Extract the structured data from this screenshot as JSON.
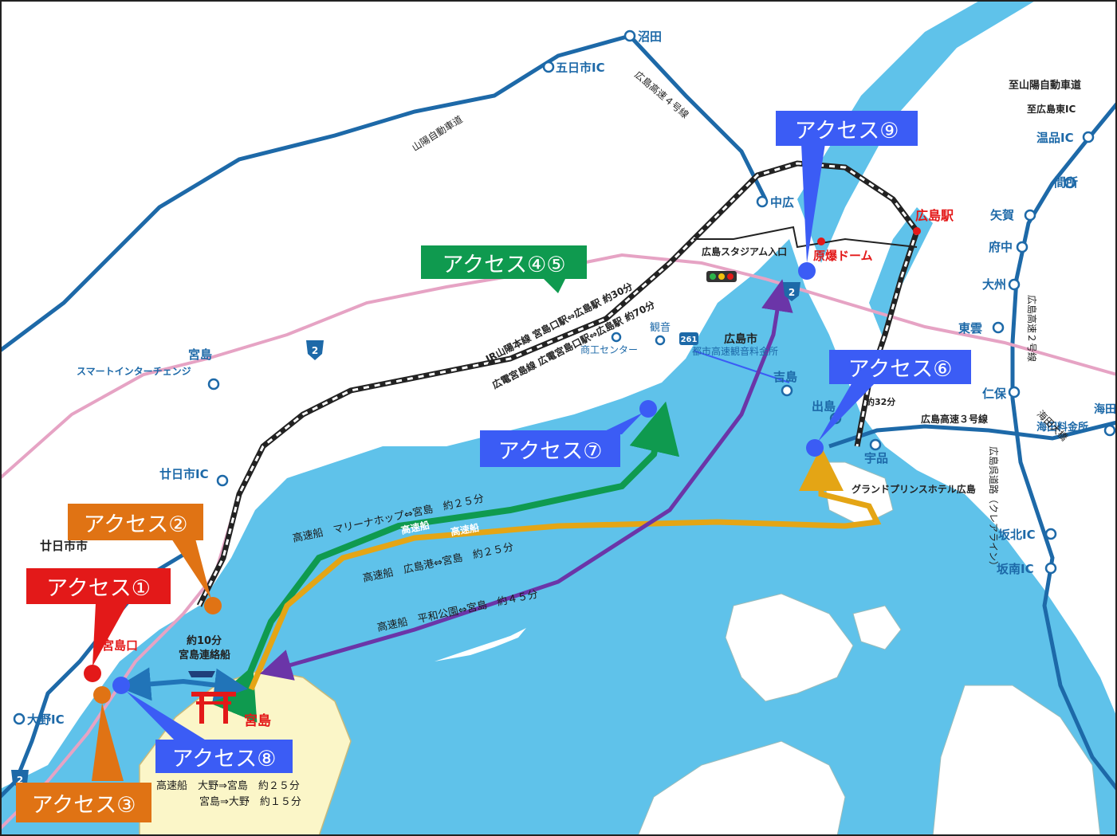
{
  "colors": {
    "sea": "#5fc2ea",
    "land": "#ffffff",
    "miyajima_land": "#fbf6c8",
    "expressway": "#1d69a8",
    "pink_road": "#e6a3c4",
    "red": "#e31919",
    "orange": "#e07314",
    "green": "#0f9a4f",
    "blue": "#3b5cf5",
    "purple": "#6b35a8",
    "gold": "#e4a515",
    "dark_blue_arrow": "#2174b8"
  },
  "callouts": [
    {
      "label": "アクセス①",
      "color": "#e31919"
    },
    {
      "label": "アクセス②",
      "color": "#e07314"
    },
    {
      "label": "アクセス③",
      "color": "#e07314"
    },
    {
      "label": "アクセス④⑤",
      "color": "#0f9a4f"
    },
    {
      "label": "アクセス⑥",
      "color": "#3b5cf5"
    },
    {
      "label": "アクセス⑦",
      "color": "#3b5cf5"
    },
    {
      "label": "アクセス⑧",
      "color": "#3b5cf5"
    },
    {
      "label": "アクセス⑨",
      "color": "#3b5cf5"
    }
  ],
  "places": {
    "numata": "沼田",
    "itsukaichi_ic": "五日市IC",
    "sanyo_expressway": "山陽自動車道",
    "hiroshima_exp4": "広島高速４号線",
    "to_sanyo": "至山陽自動車道",
    "to_hiroshima_higashi": "至広島東IC",
    "onsen_ic": "温品IC",
    "magari": "間所",
    "yaga": "矢賀",
    "fuchu": "府中",
    "ozu": "大州",
    "hiroshima_exp2": "広島高速２号線",
    "shinonome": "東雲",
    "niho": "仁保",
    "kaida_toll": "海田料金所",
    "kaita_bridge": "海田大橋",
    "hiroshima_exp3": "広島高速３号線",
    "crea_line": "広島呉道路（クレアライン）",
    "sakakita_ic": "坂北IC",
    "sakaminami_ic": "坂南IC",
    "nakahiro": "中広",
    "hiroshima_station": "広島駅",
    "atomic_dome": "原爆ドーム",
    "stadium": "広島スタジアム入口",
    "kannon": "観音",
    "hiroshima_city": "広島市",
    "toll": "都市高速観音料金所",
    "shoko_center": "商工センター",
    "yoshijima": "吉島",
    "ujina_exit": "出島",
    "ujina": "宇品",
    "approx32": "約32分",
    "grand_prince": "グランドプリンスホテル広島",
    "miyajima_smart_ic_1": "宮島",
    "miyajima_smart_ic_2": "スマートインターチェンジ",
    "hatsukaichi_ic": "廿日市IC",
    "hatsukaichi_city": "廿日市市",
    "miyajimaguchi": "宮島口",
    "ono_ic": "大野IC",
    "miyajima": "宮島",
    "ferry_time": "約10分",
    "ferry_name": "宮島連絡船",
    "route2": "2",
    "route261": "261"
  },
  "rail": {
    "jr_line": "JR山陽本線  宮島口駅⇔広島駅  約30分",
    "hiroden_line": "広電宮島線  広電宮島口駅⇔広島駅  約70分"
  },
  "boats": {
    "marina": "高速船　マリーナホップ⇔宮島　約２５分",
    "hiroshima_port": "高速船　広島港⇔宮島　約２５分",
    "peace_park": "高速船　平和公園⇔宮島　約４５分",
    "green_label": "高速船",
    "gold_label": "高速船",
    "ono_line1": "高速船　大野⇒宮島　約２５分",
    "ono_line2": "宮島⇒大野　約１５分"
  }
}
